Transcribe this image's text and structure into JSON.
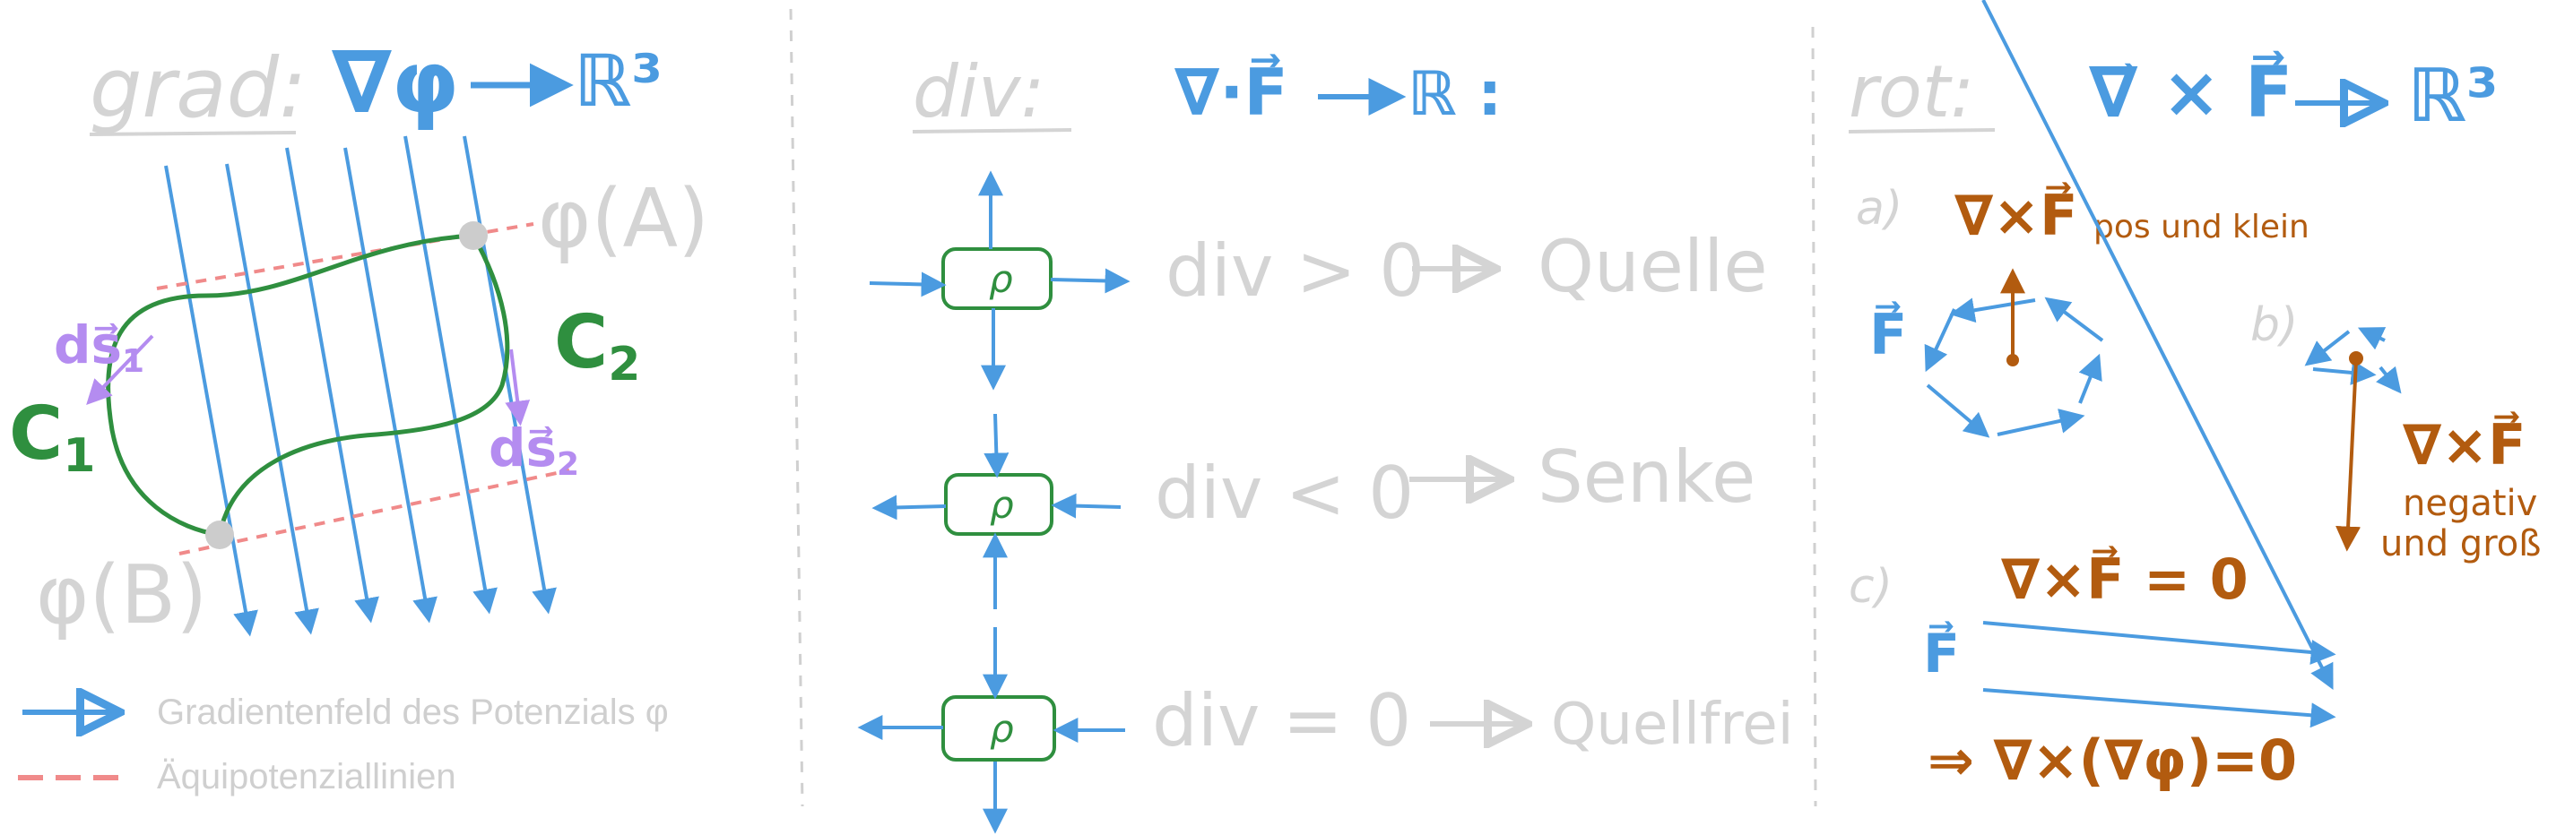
{
  "colors": {
    "blue": "#4b9be0",
    "green": "#2f8f3f",
    "grey": "#d4d4d4",
    "purple": "#b48cf0",
    "brown": "#b25b0f",
    "equipotential": "#f08a8a"
  },
  "grad": {
    "label": "grad:",
    "formula_nabla": "∇φ",
    "formula_target": "ℝ³",
    "phi_a": "φ(A)",
    "phi_b": "φ(B)",
    "c1": "C",
    "c1_sub": "1",
    "c2": "C",
    "c2_sub": "2",
    "ds1": "ds⃗",
    "ds1_sub": "1",
    "ds2": "ds⃗",
    "ds2_sub": "2",
    "legend": [
      {
        "label": "Gradientenfeld des Potenzials φ",
        "style": "arrow"
      },
      {
        "label": "Äquipotenziallinien",
        "style": "dashed"
      }
    ]
  },
  "div": {
    "label": "div:",
    "formula_nabla": "∇·F⃗",
    "formula_target": "ℝ :",
    "rho": "ρ",
    "rows": [
      {
        "text": "div > 0",
        "meaning": "Quelle"
      },
      {
        "text": "div < 0",
        "meaning": "Senke"
      },
      {
        "text": "div = 0",
        "meaning": "Quellfrei"
      }
    ]
  },
  "rot": {
    "label": "rot:",
    "formula_nabla": "∇⃗ × F⃗",
    "formula_target": "ℝ³",
    "a_label": "a)",
    "a_formula": "∇×F⃗",
    "a_note": "pos und klein",
    "a_field": "F⃗",
    "b_label": "b)",
    "b_formula": "∇×F⃗",
    "b_note_1": "negativ",
    "b_note_2": "und groß",
    "c_label": "c)",
    "c_formula": "∇×F⃗ = 0",
    "c_field": "F⃗",
    "c_result": "⇒ ∇×(∇φ)=0"
  }
}
